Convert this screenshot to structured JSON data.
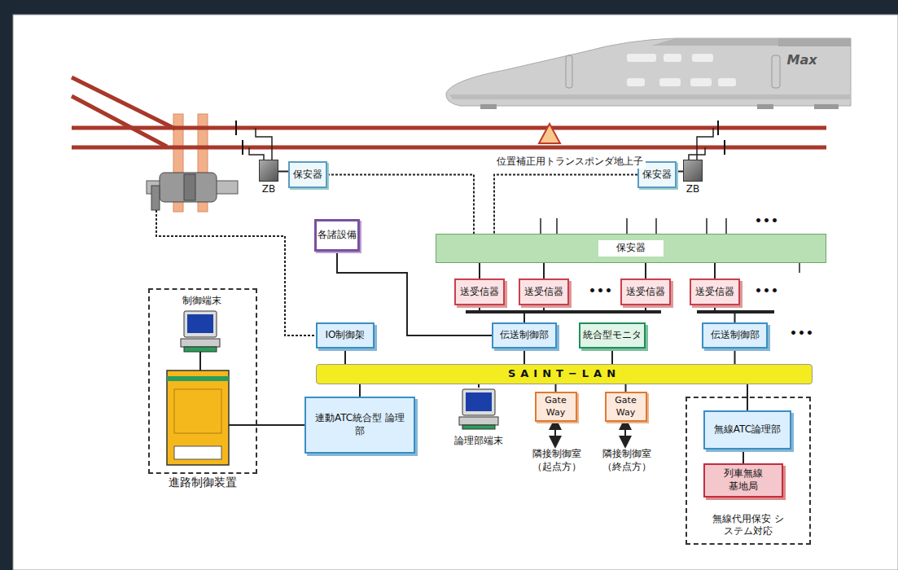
{
  "diagram": {
    "nodes": [
      {
        "text": [
          "ZB"
        ]
      },
      {
        "text": [
          "保安器"
        ]
      },
      {
        "text": [
          "保安器"
        ]
      },
      {
        "text": [
          "ZB"
        ]
      },
      {
        "text": [
          "各諸設備"
        ]
      },
      {
        "text": [
          "保安器"
        ]
      },
      {
        "text": [
          "送受信器"
        ]
      },
      {
        "text": [
          "送受信器"
        ]
      },
      {
        "text": [
          "送受信器"
        ]
      },
      {
        "text": [
          "送受信器"
        ]
      },
      {
        "text": [
          "IO制御架"
        ]
      },
      {
        "text": [
          "伝送制御部"
        ]
      },
      {
        "text": [
          "統合型モニタ"
        ]
      },
      {
        "text": [
          "伝送制御部"
        ]
      },
      {
        "text": [
          "SAINT−LAN"
        ]
      },
      {
        "text": [
          "進路制御装置"
        ]
      },
      {
        "text": [
          "制御端末"
        ],
        "in": 15
      },
      {
        "text": [
          "連動ATC統合型 論理部"
        ]
      },
      {
        "text": [
          "論理部端末"
        ]
      },
      {
        "text": [
          "Gate Way"
        ]
      },
      {
        "text": [
          "Gate Way"
        ]
      },
      {
        "text": [
          "無線代用保安 システム対応"
        ]
      },
      {
        "text": [
          "無線ATC論理部"
        ],
        "in": 21
      },
      {
        "text": [
          "列車無線 基地局"
        ],
        "in": 21
      }
    ],
    "edges": [
      {
        "from": 0,
        "to": 1,
        "arrow": "none"
      },
      {
        "from": 3,
        "to": 2,
        "arrow": "none"
      },
      {
        "from": 1,
        "to": 5,
        "arrow": "none"
      },
      {
        "from": 2,
        "to": 5,
        "arrow": "none"
      },
      {
        "from": 5,
        "to": 6,
        "arrow": "none"
      },
      {
        "from": 5,
        "to": 7,
        "arrow": "none"
      },
      {
        "from": 5,
        "to": 8,
        "arrow": "none"
      },
      {
        "from": 5,
        "to": 9,
        "arrow": "none"
      },
      {
        "from": 6,
        "to": 11,
        "arrow": "none"
      },
      {
        "from": 7,
        "to": 11,
        "arrow": "none"
      },
      {
        "from": 8,
        "to": 11,
        "arrow": "none"
      },
      {
        "from": 9,
        "to": 13,
        "arrow": "none"
      },
      {
        "from": 4,
        "to": 11,
        "arrow": "none"
      },
      {
        "from": 10,
        "to": 14,
        "arrow": "none"
      },
      {
        "from": 11,
        "to": 14,
        "arrow": "none"
      },
      {
        "from": 12,
        "to": 14,
        "arrow": "none"
      },
      {
        "from": 13,
        "to": 14,
        "arrow": "none"
      },
      {
        "from": 14,
        "to": 17,
        "arrow": "none"
      },
      {
        "from": 14,
        "to": 18,
        "arrow": "none"
      },
      {
        "from": 14,
        "to": 19,
        "arrow": "none"
      },
      {
        "from": 14,
        "to": 20,
        "arrow": "none"
      },
      {
        "from": 14,
        "to": 22,
        "arrow": "none"
      },
      {
        "from": 15,
        "to": 17,
        "arrow": "none"
      },
      {
        "from": 22,
        "to": 23,
        "arrow": "none"
      }
    ],
    "labels": [
      "Max",
      "位置補正用トランスポンダ地上子",
      "•••",
      "•••",
      "•••",
      "•••",
      "隣接制御室 （起点方）",
      "隣接制御室 （終点方）"
    ]
  }
}
